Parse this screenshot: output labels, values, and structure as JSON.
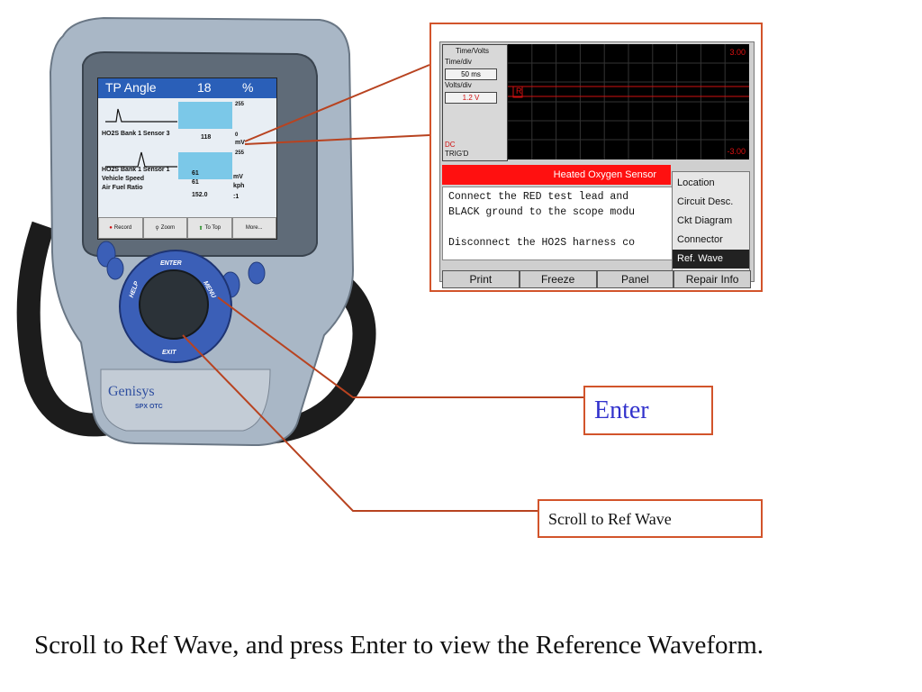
{
  "device": {
    "screen": {
      "title": "TP Angle",
      "title_value": "18",
      "title_unit": "%",
      "scale_top": "255",
      "scale_mid_zero": "0",
      "scale_mid_unit": "mV",
      "scale_mid_top": "255",
      "sensor3_label": "HO2S Bank 1 Sensor 3",
      "sensor3_value": "118",
      "sensor1_label": "HO2S Bank 1 Sensor 1",
      "sensor1_value": "61",
      "sensor1_unit": "mV",
      "vehicle_speed_label": "Vehicle Speed",
      "vehicle_speed_value": "61",
      "vehicle_speed_unit": "kph",
      "afr_label": "Air Fuel Ratio",
      "afr_value": "152.0",
      "afr_unit": ":1",
      "buttons": [
        "Record",
        "Zoom",
        "To Top",
        "More..."
      ]
    },
    "keys": {
      "enter": "ENTER",
      "help": "HELP",
      "menu": "MENU",
      "exit": "EXIT"
    },
    "brand": "Genisys",
    "maker": "SPX OTC"
  },
  "scope": {
    "side": {
      "header": "Time/Volts",
      "time_label": "Time/div",
      "time_value": "50 ms",
      "volts_label": "Volts/div",
      "volts_value": "1.2 V",
      "coupling": "DC",
      "trigger": "TRIG'D"
    },
    "grid": {
      "top_value": "3.00",
      "bottom_value": "-3.00",
      "marker": "R"
    },
    "info_bar": "Heated Oxygen Sensor",
    "text_lines": [
      "Connect the RED test lead and",
      "BLACK ground to the scope modu",
      "",
      "Disconnect the HO2S harness co"
    ],
    "menu": [
      "Location",
      "Circuit Desc.",
      "Ckt Diagram",
      "Connector",
      "Ref. Wave"
    ],
    "menu_selected_index": 4,
    "buttons": [
      "Print",
      "Freeze",
      "Panel",
      "Repair Info"
    ]
  },
  "callouts": {
    "enter": "Enter",
    "scroll": "Scroll to Ref Wave"
  },
  "caption": "Scroll to Ref Wave, and press Enter to view the Reference Waveform.",
  "colors": {
    "callout_border": "#d2542b",
    "callout_line": "#b84320",
    "enter_text": "#3232cc",
    "scope_red": "#ff1010",
    "device_blue": "#3b5fb7"
  }
}
